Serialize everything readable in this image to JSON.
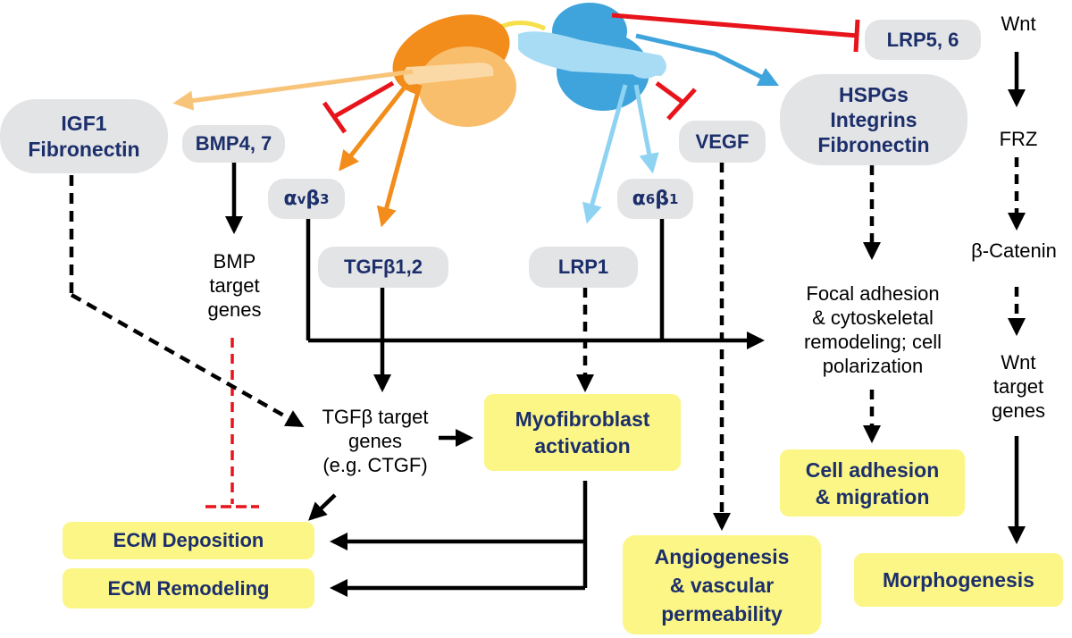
{
  "nodes": {
    "lrp56": "LRP5, 6",
    "wnt": "Wnt",
    "igf1": "IGF1\nFibronectin",
    "bmp47": "BMP4, 7",
    "hspgs": "HSPGs\nIntegrins\nFibronectin",
    "frz": "FRZ",
    "vegf": "VEGF",
    "avb3": {
      "main1": "α",
      "sub1": "v",
      "main2": "β",
      "sub2": "3"
    },
    "a6b1": {
      "main1": "α",
      "sub1": "6",
      "main2": "β",
      "sub2": "1"
    },
    "bmp_target": "BMP\ntarget\ngenes",
    "tgfb12": "TGFβ1,2",
    "lrp1": "LRP1",
    "beta_catenin": "β-Catenin",
    "focal": "Focal adhesion\n& cytoskeletal\nremodeling; cell\npolarization",
    "wnt_target": "Wnt\ntarget\ngenes",
    "tgfb_target": "TGFβ target\ngenes\n(e.g. CTGF)",
    "myofibroblast": "Myofibroblast\nactivation",
    "cell_adhesion": "Cell adhesion\n& migration",
    "ecm_deposition": "ECM Deposition",
    "ecm_remodeling": "ECM Remodeling",
    "angiogenesis": "Angiogenesis\n& vascular\npermeability",
    "morphogenesis": "Morphogenesis"
  },
  "colors": {
    "pill_fill": "#e3e4e6",
    "label_text": "#1c2f6b",
    "outcome_fill": "#fbf686",
    "inhibit_red": "#e8141b",
    "orange_arrow": "#f28c1a",
    "light_orange_arrow": "#f8c47a",
    "light_blue_arrow": "#8fd3f2",
    "blue_arrow": "#3ea4db"
  }
}
